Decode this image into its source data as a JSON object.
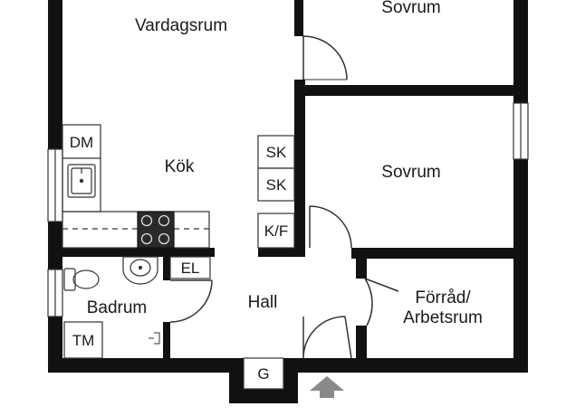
{
  "rooms": {
    "vardagsrum": "Vardagsrum",
    "sovrum_top": "Sovrum",
    "sovrum": "Sovrum",
    "kok": "Kök",
    "badrum": "Badrum",
    "hall": "Hall",
    "forrad_line1": "Förråd/",
    "forrad_line2": "Arbetsrum"
  },
  "fixtures": {
    "dm": "DM",
    "sk1": "SK",
    "sk2": "SK",
    "kf": "K/F",
    "el": "EL",
    "tm": "TM",
    "g": "G"
  },
  "icons": {
    "entrance": "entrance-arrow-icon",
    "stove": "stove-icon",
    "sink": "sink-icon",
    "toilet": "toilet-icon",
    "basin": "basin-icon"
  },
  "colors": {
    "wall": "#111111",
    "line": "#333333",
    "entrance_arrow": "#8a8a8a"
  }
}
